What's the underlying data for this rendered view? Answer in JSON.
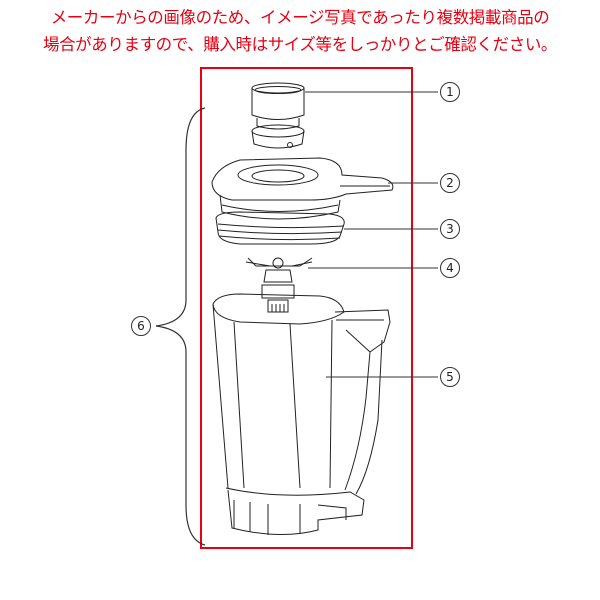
{
  "notice": {
    "lines": [
      "メーカーからの画像のため、イメージ写真であったり複数掲載商品の",
      "場合がありますので、購入時はサイズ等をしっかりとご確認ください。"
    ],
    "color": "#e60012"
  },
  "diagram": {
    "highlight_box_color": "#e60012",
    "callouts": [
      {
        "id": "1",
        "label": "1",
        "part": "cap"
      },
      {
        "id": "2",
        "label": "2",
        "part": "lid"
      },
      {
        "id": "3",
        "label": "3",
        "part": "gasket"
      },
      {
        "id": "4",
        "label": "4",
        "part": "blade-assembly"
      },
      {
        "id": "5",
        "label": "5",
        "part": "container"
      },
      {
        "id": "6",
        "label": "6",
        "part": "complete-container-set"
      }
    ]
  }
}
